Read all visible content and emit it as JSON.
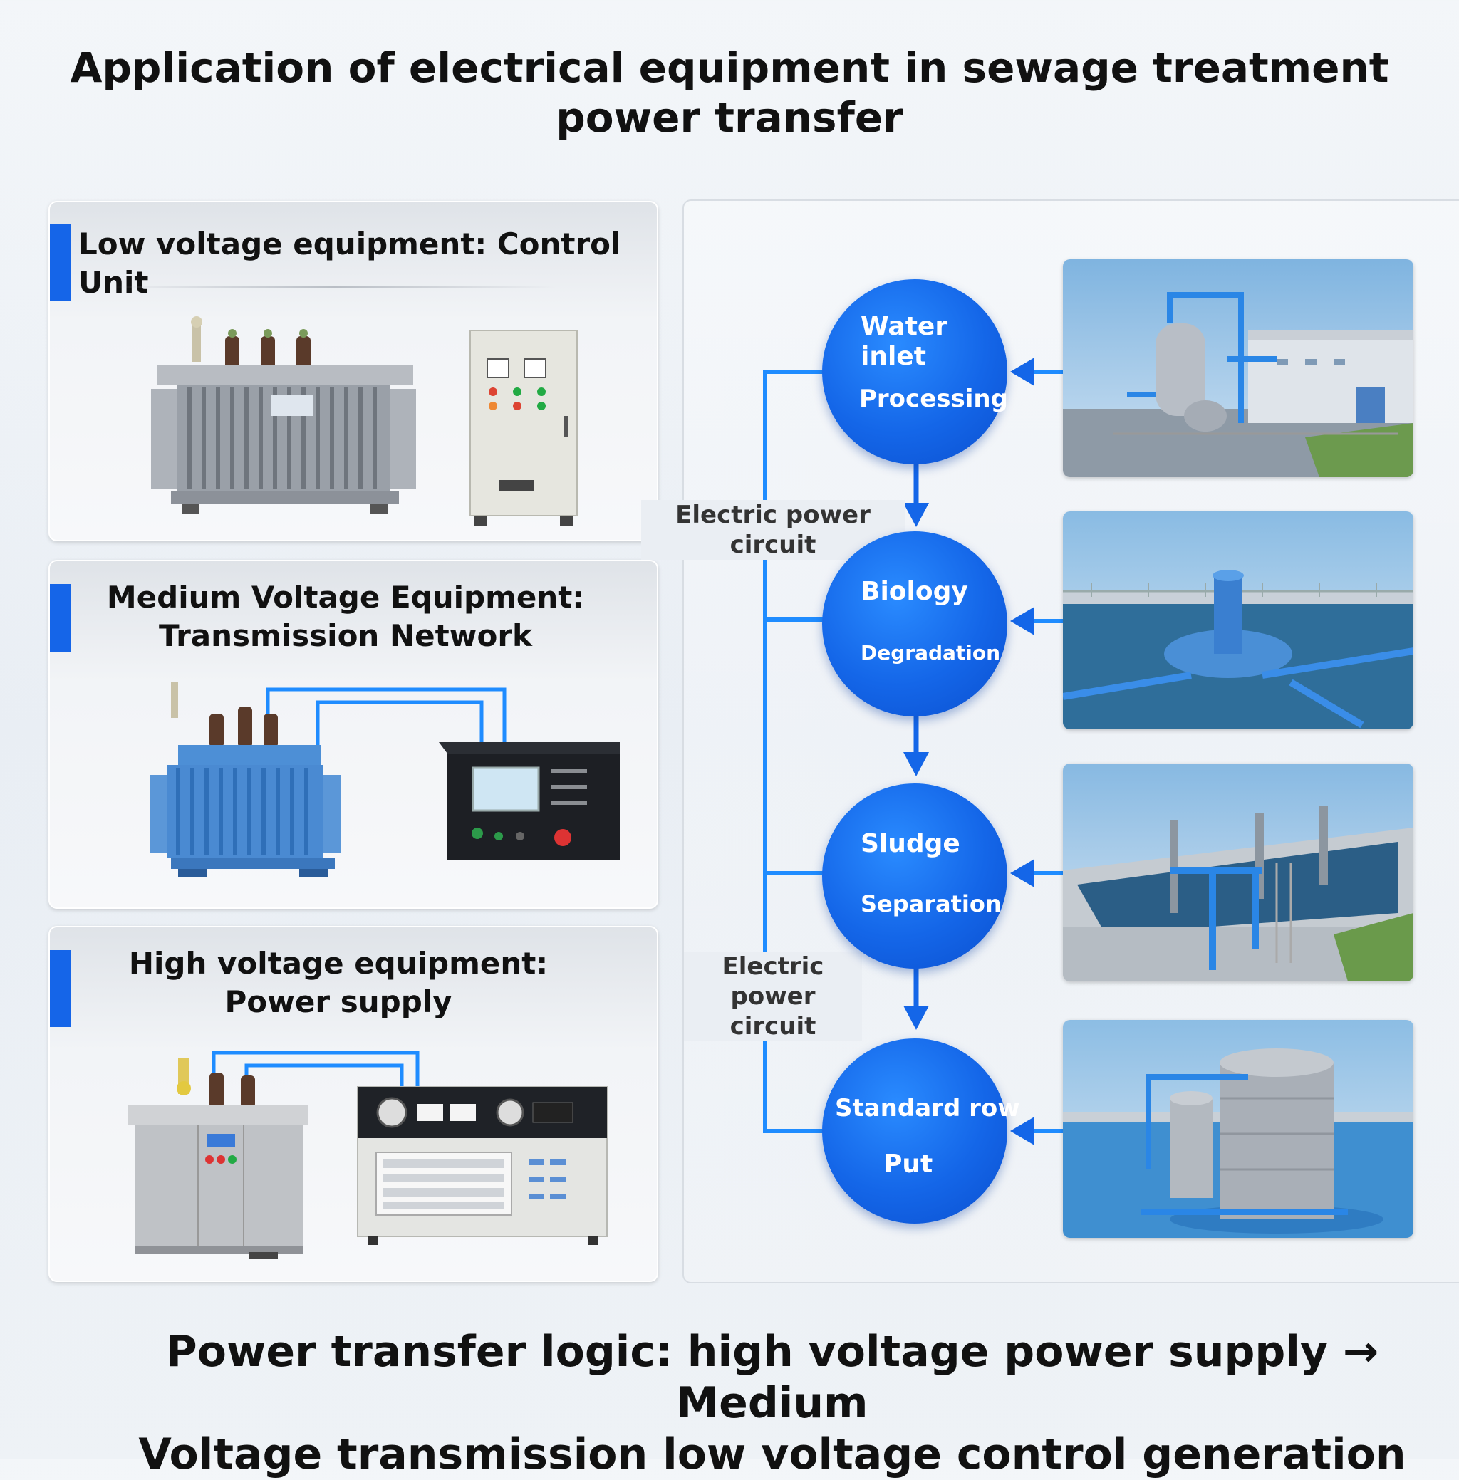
{
  "title_line1": "Application of electrical equipment in sewage treatment",
  "title_line2": "power transfer",
  "panels": [
    {
      "heading": "Low voltage equipment: Control Unit"
    },
    {
      "heading_line1": "Medium Voltage Equipment:",
      "heading_line2": "Transmission Network"
    },
    {
      "heading_line1": "High voltage equipment:",
      "heading_line2": "Power supply"
    }
  ],
  "flow": {
    "nodes": [
      {
        "line1": "Water",
        "line2": "inlet",
        "line3": "Processing"
      },
      {
        "line1": "Biology",
        "line2": "Degradation"
      },
      {
        "line1": "Sludge",
        "line2": "Separation"
      },
      {
        "line1": "Standard row",
        "line2": "Put"
      }
    ],
    "circuit_label_top": "Electric power circuit",
    "circuit_label_bottom_line1": "Electric",
    "circuit_label_bottom_line2": "power circuit"
  },
  "footer_line1": "Power transfer logic: high voltage power supply → Medium",
  "footer_line2": "Voltage transmission low voltage control generation",
  "colors": {
    "accent": "#1565e8",
    "node": "#1466e8",
    "pipe": "#1f8cff"
  }
}
